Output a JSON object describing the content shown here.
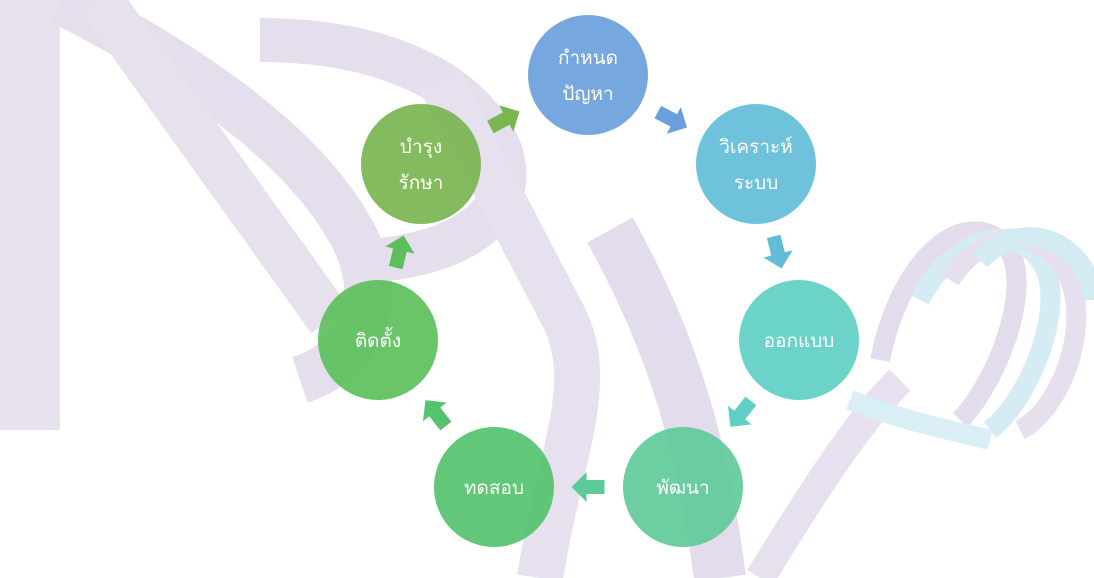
{
  "diagram": {
    "type": "cycle",
    "nodes": [
      {
        "lines": [
          "กำหนด",
          "ปัญหา"
        ],
        "color": "#6a9fdc"
      },
      {
        "lines": [
          "วิเคราะห์",
          "ระบบ"
        ],
        "color": "#62bdd8"
      },
      {
        "lines": [
          "ออกแบบ"
        ],
        "color": "#60cfc4"
      },
      {
        "lines": [
          "พัฒนา"
        ],
        "color": "#5fca99"
      },
      {
        "lines": [
          "ทดสอบ"
        ],
        "color": "#55c26e"
      },
      {
        "lines": [
          "ติดตั้ง"
        ],
        "color": "#5dbf5b"
      },
      {
        "lines": [
          "บำรุง",
          "รักษา"
        ],
        "color": "#7ab551"
      }
    ],
    "arrows": [
      {
        "from": "กำหนด ปัญหา",
        "to": "วิเคราะห์ ระบบ"
      },
      {
        "from": "วิเคราะห์ ระบบ",
        "to": "ออกแบบ"
      },
      {
        "from": "ออกแบบ",
        "to": "พัฒนา"
      },
      {
        "from": "พัฒนา",
        "to": "ทดสอบ"
      },
      {
        "from": "ทดสอบ",
        "to": "ติดตั้ง"
      },
      {
        "from": "ติดตั้ง",
        "to": "บำรุง รักษา"
      },
      {
        "from": "บำรุง รักษา",
        "to": "กำหนด ปัญหา"
      }
    ]
  },
  "watermark": {
    "logo": "DPU",
    "primary_color": "#e2dcec",
    "secondary_color": "#d3ecf4"
  }
}
